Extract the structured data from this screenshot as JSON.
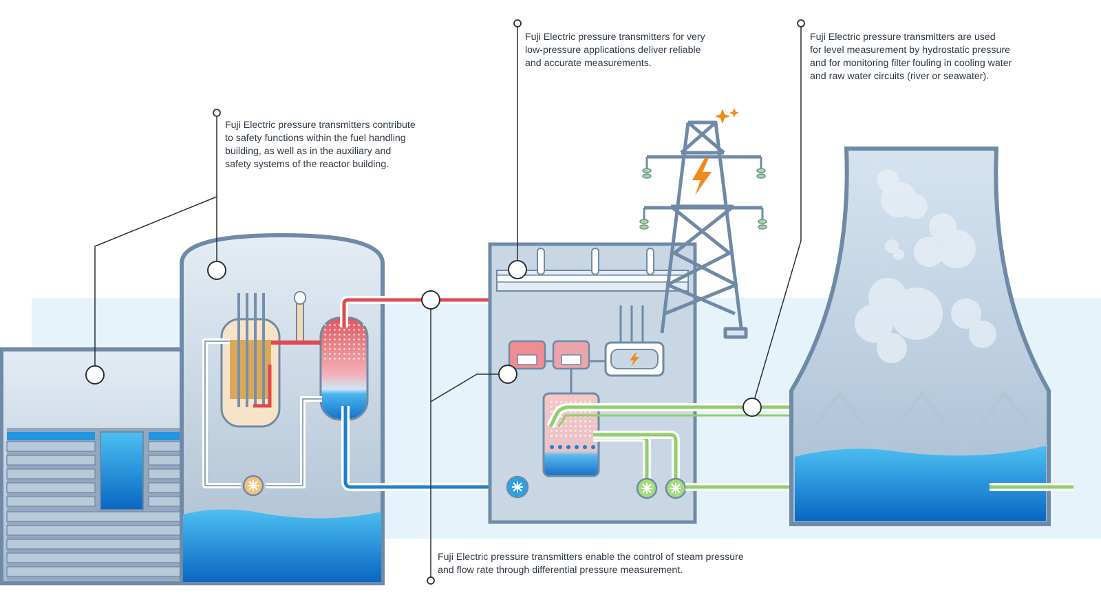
{
  "callouts": {
    "fuel_building": [
      "Fuji Electric pressure transmitters contribute",
      "to safety functions within the fuel handling",
      "building, as well as in the auxiliary and",
      "safety systems of the reactor building."
    ],
    "low_pressure": [
      "Fuji Electric pressure transmitters for very",
      "low-pressure applications deliver reliable",
      "and accurate measurements."
    ],
    "level_measurement": [
      "Fuji Electric pressure transmitters are used",
      "for level measurement by hydrostatic pressure",
      "and for monitoring filter fouling in cooling water",
      "and raw water circuits (river or seawater)."
    ],
    "steam_control": [
      "Fuji Electric pressure transmitters enable the control of steam pressure",
      "and flow rate through differential pressure measurement."
    ]
  },
  "icons": {
    "generator": "lightning-bolt-icon",
    "pylon": "lightning-bolt-icon",
    "sparkles": "sparkle-icon",
    "pumps": "fan-rotor-icon"
  },
  "colors": {
    "outline": "#6f8aa6",
    "building_fill": "#c9d7e4",
    "water": "#1d8fd8",
    "hot_pipe": "#e0484f",
    "cold_pipe": "#1f7fd0",
    "green_pipe": "#8fcf6a",
    "core": "#dba85a",
    "band": "#e6f3fb",
    "spark": "#ef8a1e"
  }
}
